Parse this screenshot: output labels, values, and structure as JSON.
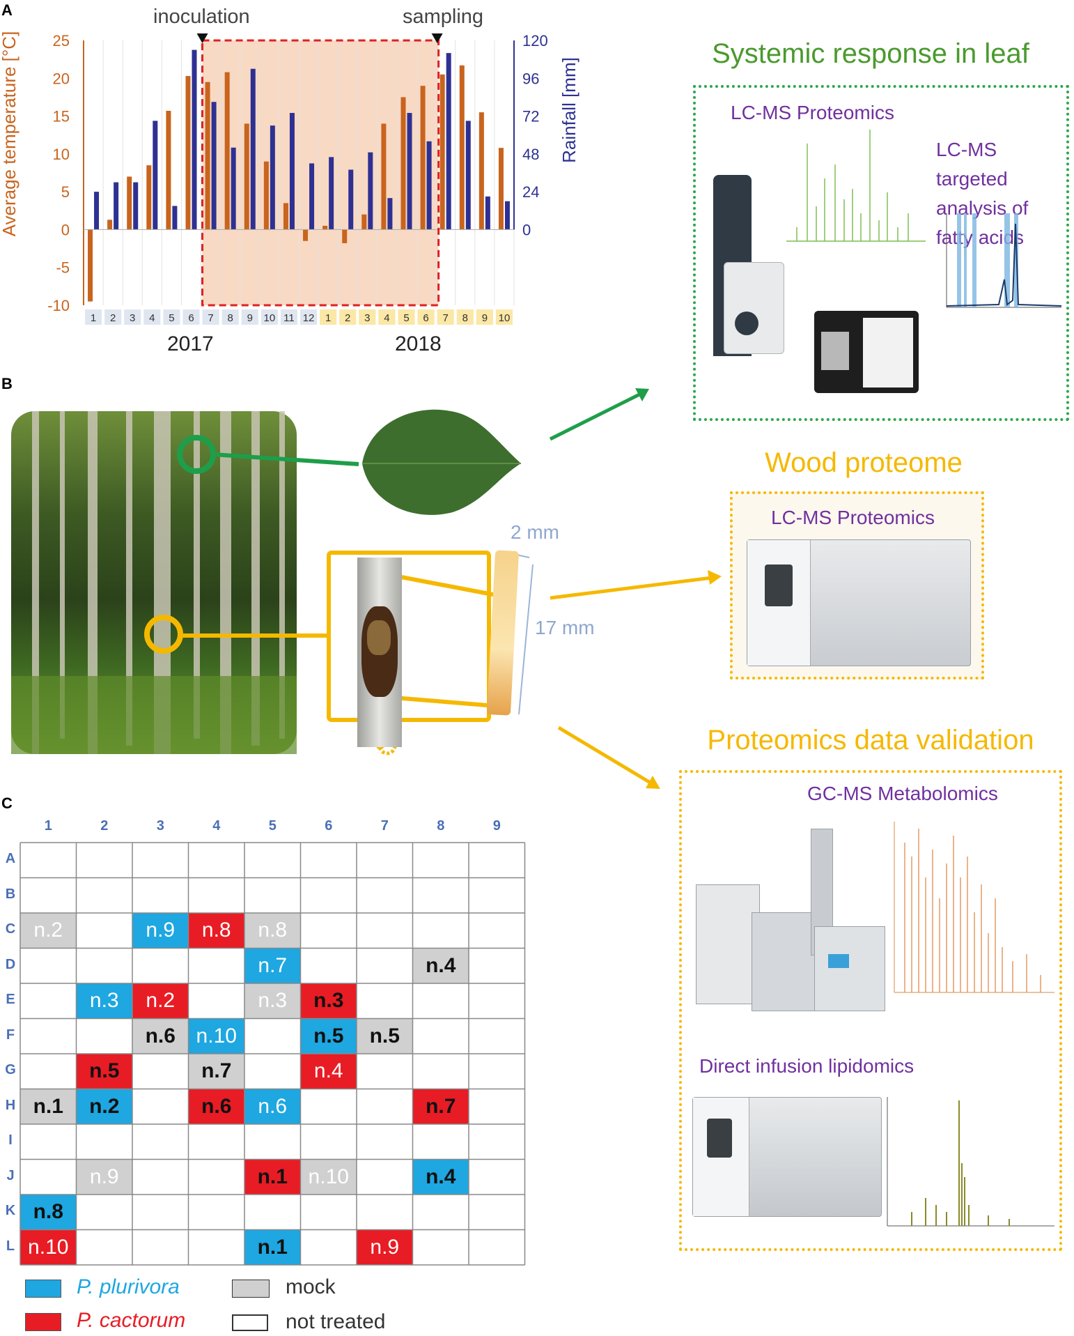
{
  "panel_a": {
    "letter": "A",
    "left_axis_label": "Average temperature [°C]",
    "right_axis_label": "Rainfall [mm]",
    "left_ticks": [
      "25",
      "20",
      "15",
      "10",
      "5",
      "0",
      "-5",
      "-10"
    ],
    "right_ticks": [
      "120",
      "96",
      "72",
      "48",
      "24",
      "0"
    ],
    "event_inoculation": "inoculation",
    "event_sampling": "sampling",
    "year_2017": "2017",
    "year_2018": "2018"
  },
  "chart_data": {
    "type": "bar",
    "categories": [
      "1",
      "2",
      "3",
      "4",
      "5",
      "6",
      "7",
      "8",
      "9",
      "10",
      "11",
      "12",
      "1",
      "2",
      "3",
      "4",
      "5",
      "6",
      "7",
      "8",
      "9",
      "10"
    ],
    "series": [
      {
        "name": "Average temperature [°C]",
        "axis": "left",
        "values": [
          -9.5,
          1.3,
          7,
          8.5,
          15.7,
          20.3,
          19.5,
          20.8,
          14,
          9,
          3.5,
          -1.5,
          0.5,
          -1.8,
          2,
          14,
          17.5,
          19,
          20.5,
          21.7,
          15.5,
          10.8
        ]
      },
      {
        "name": "Rainfall [mm]",
        "axis": "right",
        "values": [
          24,
          30,
          30,
          69,
          15,
          114,
          81,
          52,
          102,
          66,
          74,
          42,
          46,
          38,
          49,
          20,
          74,
          56,
          112,
          69,
          21,
          18
        ]
      }
    ],
    "ylim_left": [
      -10,
      25
    ],
    "ylim_right": [
      0,
      120
    ],
    "shaded_period": {
      "from": "7 (2017)",
      "to": "7 (2018)"
    },
    "grid": true,
    "colors": {
      "temperature": "#c8641e",
      "rainfall": "#2e3192",
      "shade": "#f8d9c4",
      "period_border": "#e02020"
    }
  },
  "panel_b": {
    "letter": "B",
    "dim_width": "2 mm",
    "dim_length": "17 mm"
  },
  "leaf_box": {
    "title": "Systemic response in leaf",
    "method1": "LC-MS Proteomics",
    "method2_lines": [
      "LC-MS",
      "targeted",
      "analysis of",
      "fatty acids"
    ]
  },
  "wood_box": {
    "title": "Wood proteome",
    "method": "LC-MS Proteomics"
  },
  "validation_box": {
    "title": "Proteomics data validation",
    "method1": "GC-MS Metabolomics",
    "method2": "Direct infusion lipidomics"
  },
  "panel_c": {
    "letter": "C",
    "columns": [
      "1",
      "2",
      "3",
      "4",
      "5",
      "6",
      "7",
      "8",
      "9"
    ],
    "rows": [
      "A",
      "B",
      "C",
      "D",
      "E",
      "F",
      "G",
      "H",
      "I",
      "J",
      "K",
      "L"
    ],
    "cells": [
      {
        "row": "C",
        "col": 1,
        "label": "n.2",
        "type": "mock",
        "bold": false
      },
      {
        "row": "C",
        "col": 3,
        "label": "n.9",
        "type": "plurivora",
        "bold": false
      },
      {
        "row": "C",
        "col": 4,
        "label": "n.8",
        "type": "cactorum",
        "bold": false
      },
      {
        "row": "C",
        "col": 5,
        "label": "n.8",
        "type": "mock",
        "bold": false
      },
      {
        "row": "D",
        "col": 5,
        "label": "n.7",
        "type": "plurivora",
        "bold": false
      },
      {
        "row": "D",
        "col": 8,
        "label": "n.4",
        "type": "mock",
        "bold": true
      },
      {
        "row": "E",
        "col": 2,
        "label": "n.3",
        "type": "plurivora",
        "bold": false
      },
      {
        "row": "E",
        "col": 3,
        "label": "n.2",
        "type": "cactorum",
        "bold": false
      },
      {
        "row": "E",
        "col": 5,
        "label": "n.3",
        "type": "mock",
        "bold": false
      },
      {
        "row": "E",
        "col": 6,
        "label": "n.3",
        "type": "cactorum",
        "bold": true
      },
      {
        "row": "F",
        "col": 3,
        "label": "n.6",
        "type": "mock",
        "bold": true
      },
      {
        "row": "F",
        "col": 4,
        "label": "n.10",
        "type": "plurivora",
        "bold": false
      },
      {
        "row": "F",
        "col": 6,
        "label": "n.5",
        "type": "plurivora",
        "bold": true
      },
      {
        "row": "F",
        "col": 7,
        "label": "n.5",
        "type": "mock",
        "bold": true
      },
      {
        "row": "G",
        "col": 2,
        "label": "n.5",
        "type": "cactorum",
        "bold": true
      },
      {
        "row": "G",
        "col": 4,
        "label": "n.7",
        "type": "mock",
        "bold": true
      },
      {
        "row": "G",
        "col": 6,
        "label": "n.4",
        "type": "cactorum",
        "bold": false
      },
      {
        "row": "H",
        "col": 1,
        "label": "n.1",
        "type": "mock",
        "bold": true
      },
      {
        "row": "H",
        "col": 2,
        "label": "n.2",
        "type": "plurivora",
        "bold": true
      },
      {
        "row": "H",
        "col": 4,
        "label": "n.6",
        "type": "cactorum",
        "bold": true
      },
      {
        "row": "H",
        "col": 5,
        "label": "n.6",
        "type": "plurivora",
        "bold": false
      },
      {
        "row": "H",
        "col": 8,
        "label": "n.7",
        "type": "cactorum",
        "bold": true
      },
      {
        "row": "J",
        "col": 2,
        "label": "n.9",
        "type": "mock",
        "bold": false
      },
      {
        "row": "J",
        "col": 5,
        "label": "n.1",
        "type": "cactorum",
        "bold": true
      },
      {
        "row": "J",
        "col": 6,
        "label": "n.10",
        "type": "mock",
        "bold": false
      },
      {
        "row": "J",
        "col": 8,
        "label": "n.4",
        "type": "plurivora",
        "bold": true
      },
      {
        "row": "K",
        "col": 1,
        "label": "n.8",
        "type": "plurivora",
        "bold": true
      },
      {
        "row": "L",
        "col": 1,
        "label": "n.10",
        "type": "cactorum",
        "bold": false
      },
      {
        "row": "L",
        "col": 5,
        "label": "n.1",
        "type": "plurivora",
        "bold": true
      },
      {
        "row": "L",
        "col": 7,
        "label": "n.9",
        "type": "cactorum",
        "bold": false
      }
    ],
    "legend": {
      "plurivora": "P. plurivora",
      "cactorum": "P. cactorum",
      "mock": "mock",
      "not_treated": "not treated"
    },
    "colors": {
      "plurivora": "#1ea7e1",
      "cactorum": "#e81c24",
      "mock": "#d0d0d0",
      "none": "#ffffff"
    }
  }
}
